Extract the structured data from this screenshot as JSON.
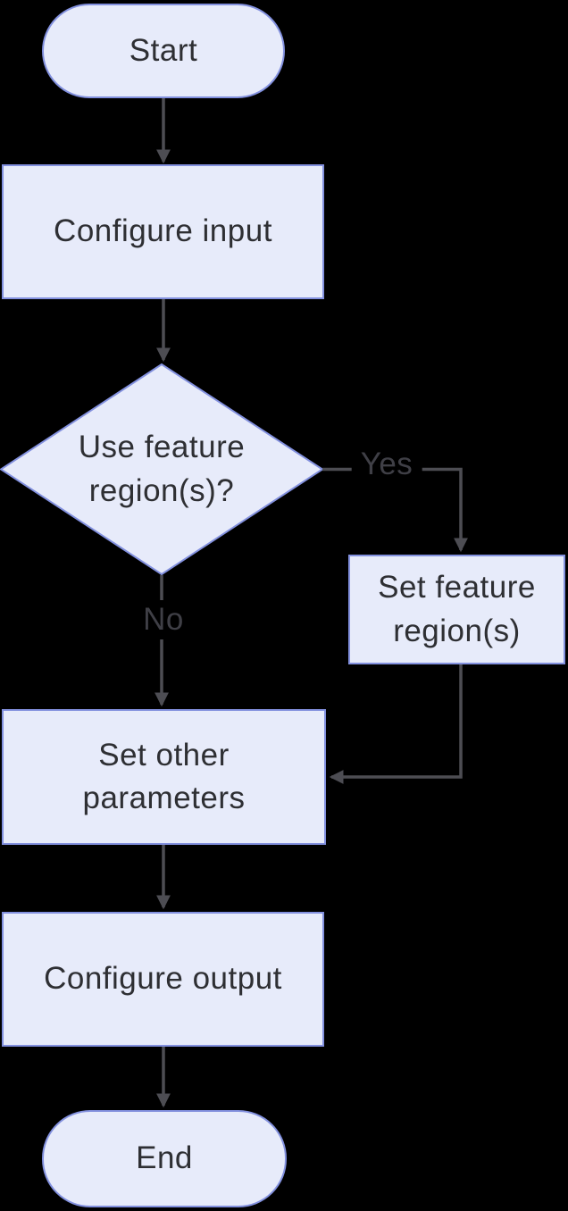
{
  "diagram": {
    "type": "flowchart",
    "direction": "top-down",
    "nodes": {
      "start": {
        "label": "Start",
        "shape": "stadium"
      },
      "configure_input": {
        "label": "Configure input",
        "shape": "process"
      },
      "use_feature_region": {
        "label": "Use feature region(s)?",
        "shape": "decision"
      },
      "set_feature_region": {
        "label": "Set feature region(s)",
        "shape": "process"
      },
      "set_other_params": {
        "label": "Set other parameters",
        "shape": "process"
      },
      "configure_output": {
        "label": "Configure output",
        "shape": "process"
      },
      "end": {
        "label": "End",
        "shape": "stadium"
      }
    },
    "edges": [
      {
        "from": "start",
        "to": "configure_input",
        "label": ""
      },
      {
        "from": "configure_input",
        "to": "use_feature_region",
        "label": ""
      },
      {
        "from": "use_feature_region",
        "to": "set_feature_region",
        "label": "Yes"
      },
      {
        "from": "use_feature_region",
        "to": "set_other_params",
        "label": "No"
      },
      {
        "from": "set_feature_region",
        "to": "set_other_params",
        "label": ""
      },
      {
        "from": "set_other_params",
        "to": "configure_output",
        "label": ""
      },
      {
        "from": "configure_output",
        "to": "end",
        "label": ""
      }
    ],
    "colors": {
      "background": "#000000",
      "node_fill": "#E7EBFA",
      "node_border": "#8290DE",
      "node_text": "#2E2F33",
      "edge_line": "#4D4D53",
      "edge_label_text": "#3F3F46"
    }
  }
}
